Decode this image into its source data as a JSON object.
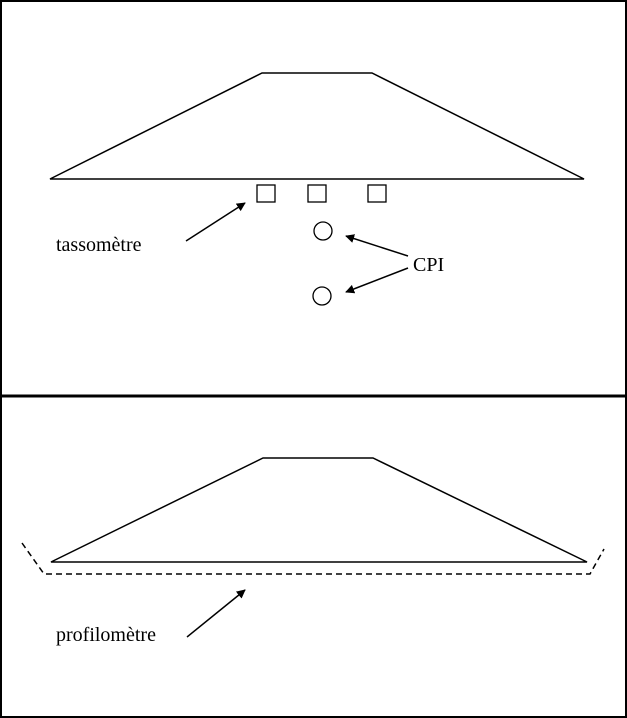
{
  "panels": [
    {
      "id": "top",
      "labels": {
        "settlement_gauge": "tassomètre",
        "cpi": "CPI"
      }
    },
    {
      "id": "bottom",
      "labels": {
        "profilometer": "profilomètre"
      }
    }
  ],
  "colors": {
    "stroke": "#000000",
    "background": "#ffffff"
  }
}
